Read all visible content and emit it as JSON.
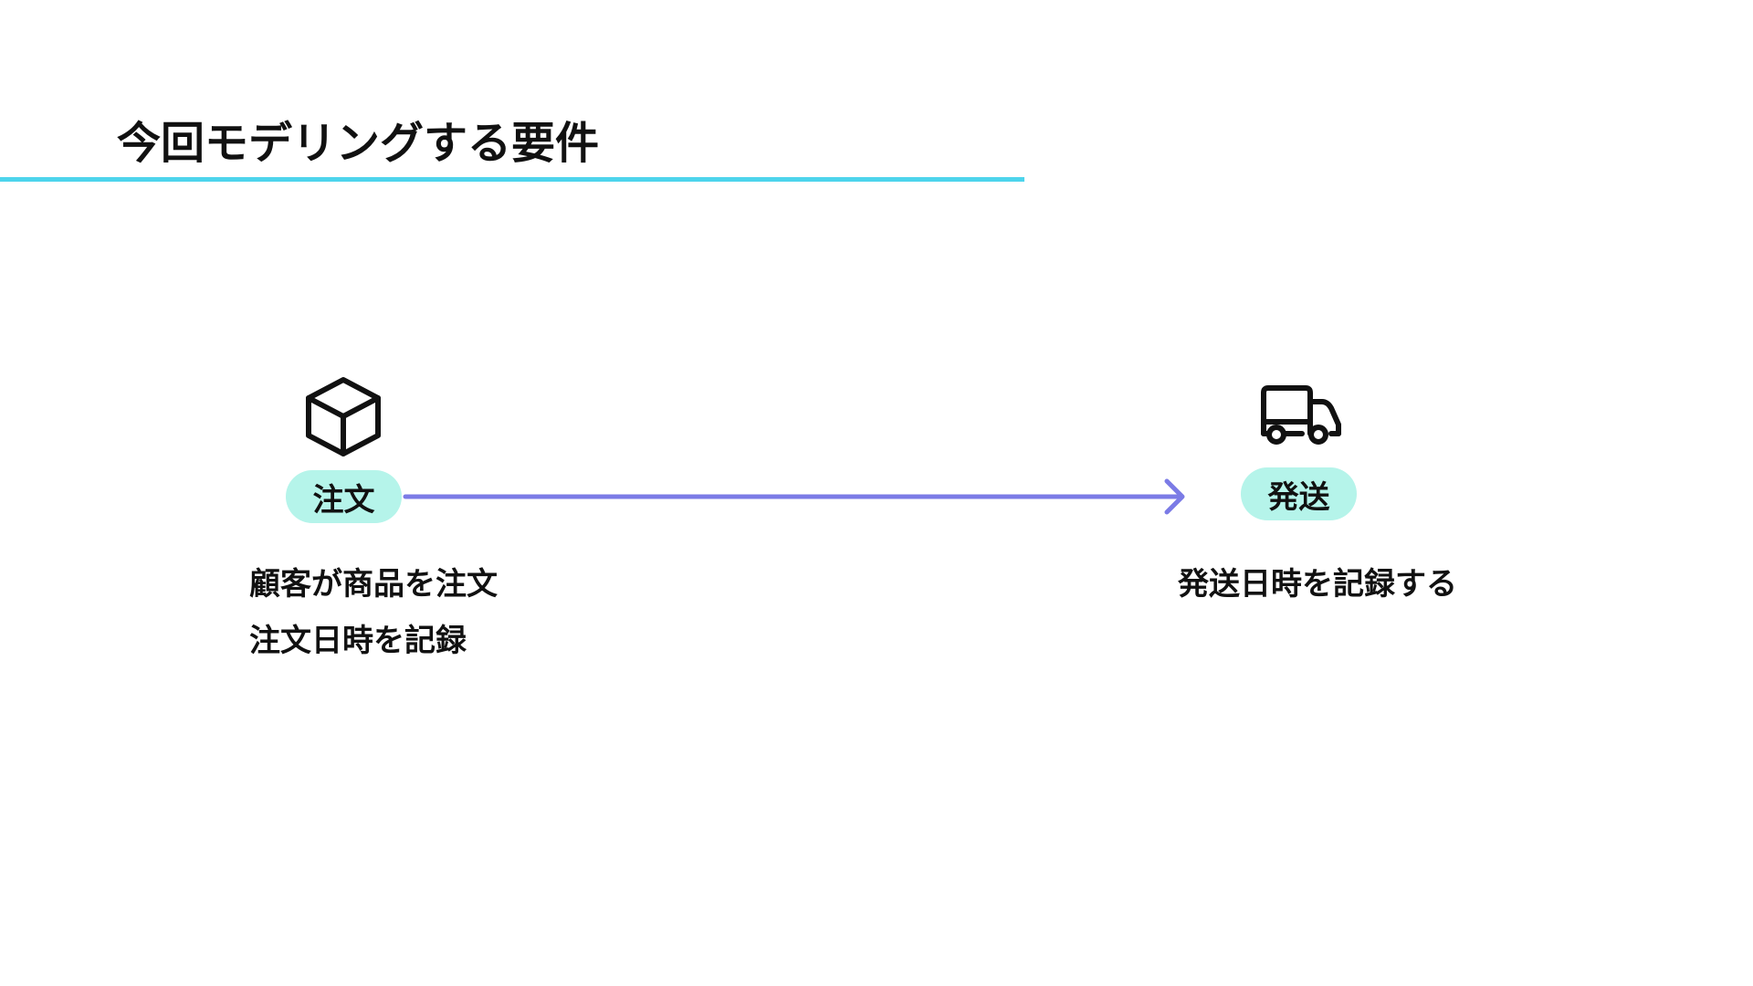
{
  "slide": {
    "title": "今回モデリングする要件",
    "accent_color": "#4dd4ec",
    "arrow_color": "#7b7be6",
    "pill_color": "#b5f4ea"
  },
  "flow": {
    "start": {
      "icon": "box-icon",
      "label": "注文",
      "description": [
        "顧客が商品を注文",
        "注文日時を記録"
      ]
    },
    "end": {
      "icon": "truck-icon",
      "label": "発送",
      "description": [
        "発送日時を記録する"
      ]
    }
  }
}
